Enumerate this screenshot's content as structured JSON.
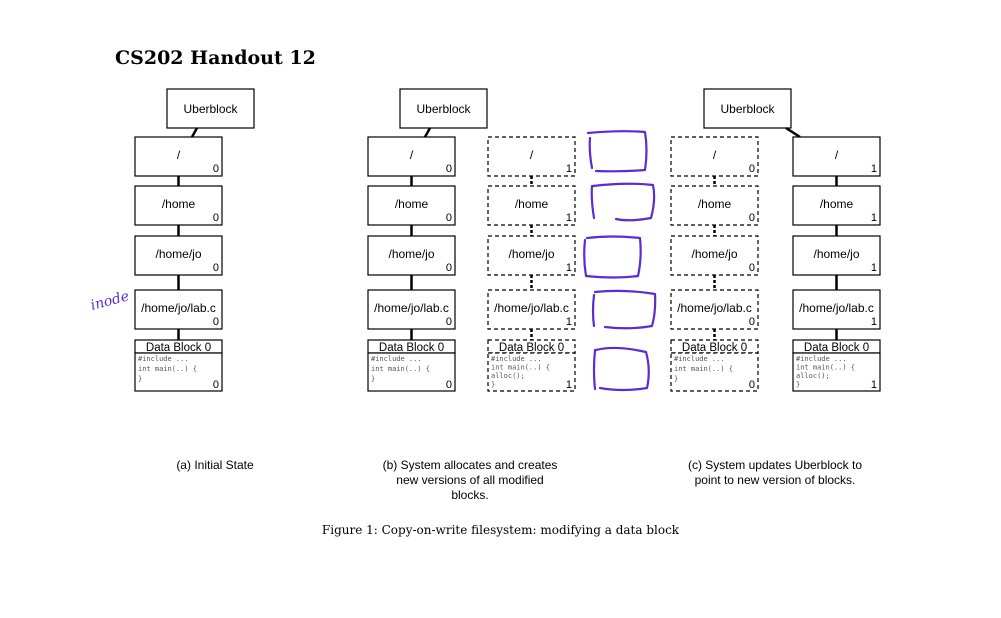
{
  "header": {
    "title": "CS202 Handout 12"
  },
  "annotation": {
    "inode_label": "inode"
  },
  "root_node": {
    "label": "Uberblock"
  },
  "columns": [
    {
      "id": "a",
      "nodes": [
        {
          "label": "/",
          "version": "0"
        },
        {
          "label": "/home",
          "version": "0"
        },
        {
          "label": "/home/jo",
          "version": "0"
        },
        {
          "label": "/home/jo/lab.c",
          "version": "0"
        }
      ],
      "data_block": {
        "title": "Data Block 0",
        "code": [
          "#include ...",
          "int main(..) {",
          "}"
        ],
        "version": "0"
      }
    },
    {
      "id": "b",
      "nodes": [
        {
          "label": "/",
          "version": "0"
        },
        {
          "label": "/home",
          "version": "0"
        },
        {
          "label": "/home/jo",
          "version": "0"
        },
        {
          "label": "/home/jo/lab.c",
          "version": "0"
        }
      ],
      "data_block": {
        "title": "Data Block 0",
        "code": [
          "#include ...",
          "int main(..) {",
          "}"
        ],
        "version": "0"
      }
    },
    {
      "id": "b-new",
      "nodes": [
        {
          "label": "/",
          "version": "1"
        },
        {
          "label": "/home",
          "version": "1"
        },
        {
          "label": "/home/jo",
          "version": "1"
        },
        {
          "label": "/home/jo/lab.c",
          "version": "1"
        }
      ],
      "data_block": {
        "title": "Data Block 0",
        "code": [
          "#include ...",
          "int main(..) {",
          "  alloc();",
          "}"
        ],
        "version": "1"
      }
    },
    {
      "id": "c-old",
      "nodes": [
        {
          "label": "/",
          "version": "0"
        },
        {
          "label": "/home",
          "version": "0"
        },
        {
          "label": "/home/jo",
          "version": "0"
        },
        {
          "label": "/home/jo/lab.c",
          "version": "0"
        }
      ],
      "data_block": {
        "title": "Data Block 0",
        "code": [
          "#include ...",
          "int main(..) {",
          "}"
        ],
        "version": "0"
      }
    },
    {
      "id": "c-new",
      "nodes": [
        {
          "label": "/",
          "version": "1"
        },
        {
          "label": "/home",
          "version": "1"
        },
        {
          "label": "/home/jo",
          "version": "1"
        },
        {
          "label": "/home/jo/lab.c",
          "version": "1"
        }
      ],
      "data_block": {
        "title": "Data Block 0",
        "code": [
          "#include ...",
          "int main(..) {",
          "  alloc();",
          "}"
        ],
        "version": "1"
      }
    }
  ],
  "captions": {
    "a": [
      "(a) Initial State"
    ],
    "b": [
      "(b) System allocates and creates",
      "new versions of all modified",
      "blocks."
    ],
    "c": [
      "(c) System updates Uberblock to",
      "point to new version of blocks."
    ]
  },
  "figure_caption": "Figure 1: Copy-on-write filesystem: modifying a data block",
  "colors": {
    "ink": "#000000",
    "annotation": "#5b2bd6"
  }
}
